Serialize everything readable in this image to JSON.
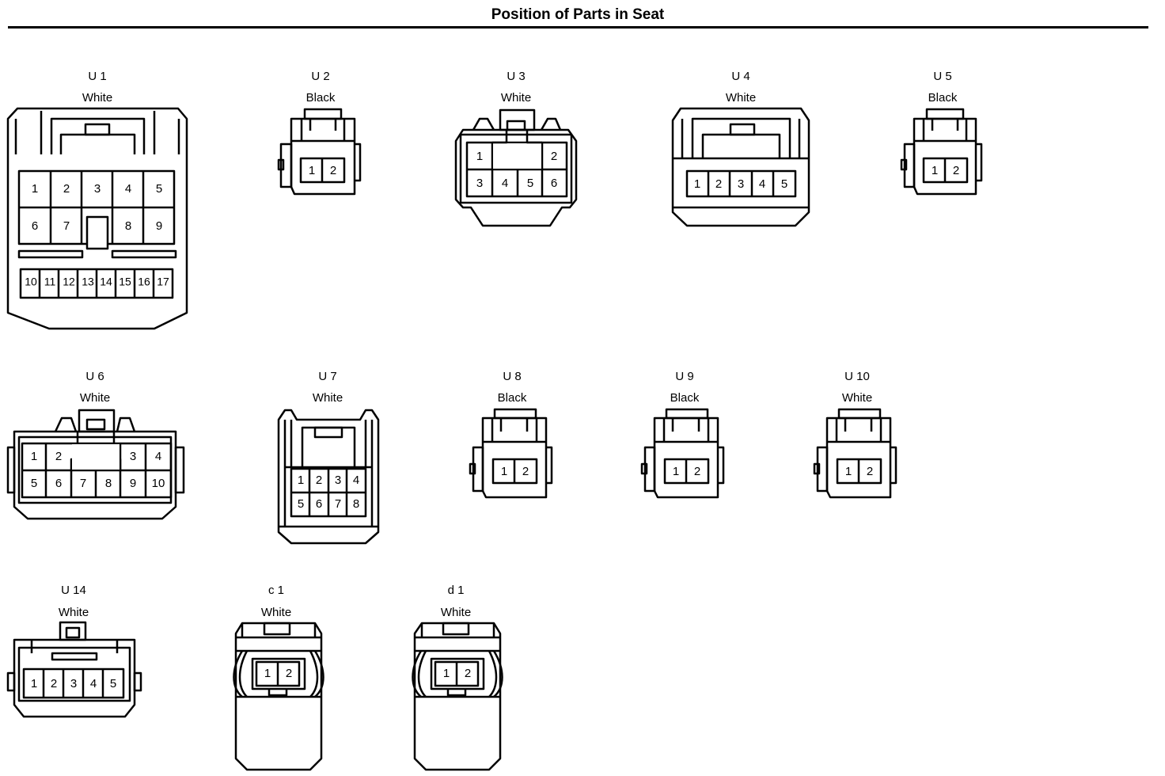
{
  "title": "Position of Parts in Seat",
  "connectors": [
    {
      "id": "U 1",
      "color": "White",
      "pins": [
        "1",
        "2",
        "3",
        "4",
        "5",
        "6",
        "7",
        "8",
        "9",
        "10",
        "11",
        "12",
        "13",
        "14",
        "15",
        "16",
        "17"
      ]
    },
    {
      "id": "U 2",
      "color": "Black",
      "pins": [
        "1",
        "2"
      ]
    },
    {
      "id": "U 3",
      "color": "White",
      "pins": [
        "1",
        "2",
        "3",
        "4",
        "5",
        "6"
      ]
    },
    {
      "id": "U 4",
      "color": "White",
      "pins": [
        "1",
        "2",
        "3",
        "4",
        "5"
      ]
    },
    {
      "id": "U 5",
      "color": "Black",
      "pins": [
        "1",
        "2"
      ]
    },
    {
      "id": "U 6",
      "color": "White",
      "pins": [
        "1",
        "2",
        "3",
        "4",
        "5",
        "6",
        "7",
        "8",
        "9",
        "10"
      ]
    },
    {
      "id": "U 7",
      "color": "White",
      "pins": [
        "1",
        "2",
        "3",
        "4",
        "5",
        "6",
        "7",
        "8"
      ]
    },
    {
      "id": "U 8",
      "color": "Black",
      "pins": [
        "1",
        "2"
      ]
    },
    {
      "id": "U 9",
      "color": "Black",
      "pins": [
        "1",
        "2"
      ]
    },
    {
      "id": "U 10",
      "color": "White",
      "pins": [
        "1",
        "2"
      ]
    },
    {
      "id": "U 14",
      "color": "White",
      "pins": [
        "1",
        "2",
        "3",
        "4",
        "5"
      ]
    },
    {
      "id": "c 1",
      "color": "White",
      "pins": [
        "1",
        "2"
      ]
    },
    {
      "id": "d 1",
      "color": "White",
      "pins": [
        "1",
        "2"
      ]
    }
  ]
}
